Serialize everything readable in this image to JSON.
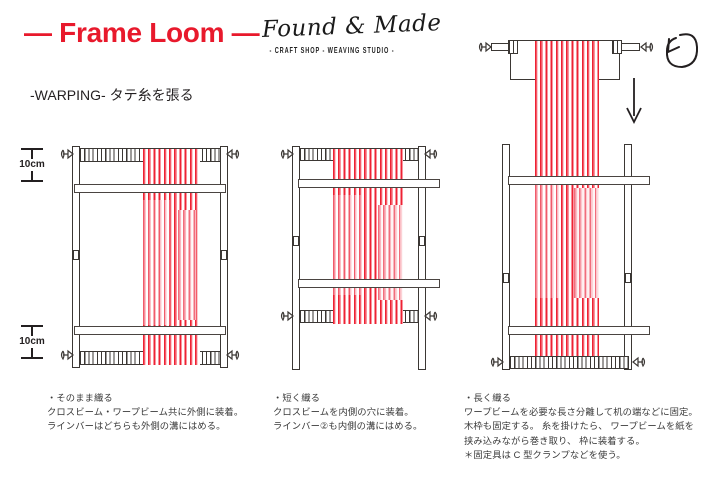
{
  "header": {
    "title": "— Frame Loom —",
    "title_color": "#e8192c",
    "logo_script": "Found & Made",
    "logo_tagline": "- CRAFT SHOP - WEAVING STUDIO -",
    "subtitle": "-WARPING- タテ糸を張る"
  },
  "dimensions": {
    "top_label": "10cm",
    "bottom_label": "10cm"
  },
  "diagrams": [
    {
      "id": "loom-1",
      "name": "weave-as-is",
      "caption": "・そのまま織る\nクロスビーム・ワープビーム共に外側に装着。\nラインバーはどちらも外側の溝にはめる。"
    },
    {
      "id": "loom-2",
      "name": "weave-short",
      "caption": "・短く織る\nクロスビームを内側の穴に装着。\nラインバー②も内側の溝にはめる。"
    },
    {
      "id": "loom-3",
      "name": "weave-long",
      "caption": "・長く織る\nワープビームを必要な長さ分離して机の端などに固定。\n木枠も固定する。 糸を掛けたら、 ワープビームを紙を\n挟み込みながら巻き取り、 枠に装着する。\n＊固定具は C 型クランプなどを使う。"
    }
  ],
  "annotations": {
    "rotation_arrow": "rotate-counterclockwise",
    "down_arrow": "unwind-direction"
  },
  "colors": {
    "warp_thread": "#ee2233",
    "frame_line": "#3b3734",
    "title_red": "#e8192c",
    "caption_text": "#3a3a3a"
  }
}
